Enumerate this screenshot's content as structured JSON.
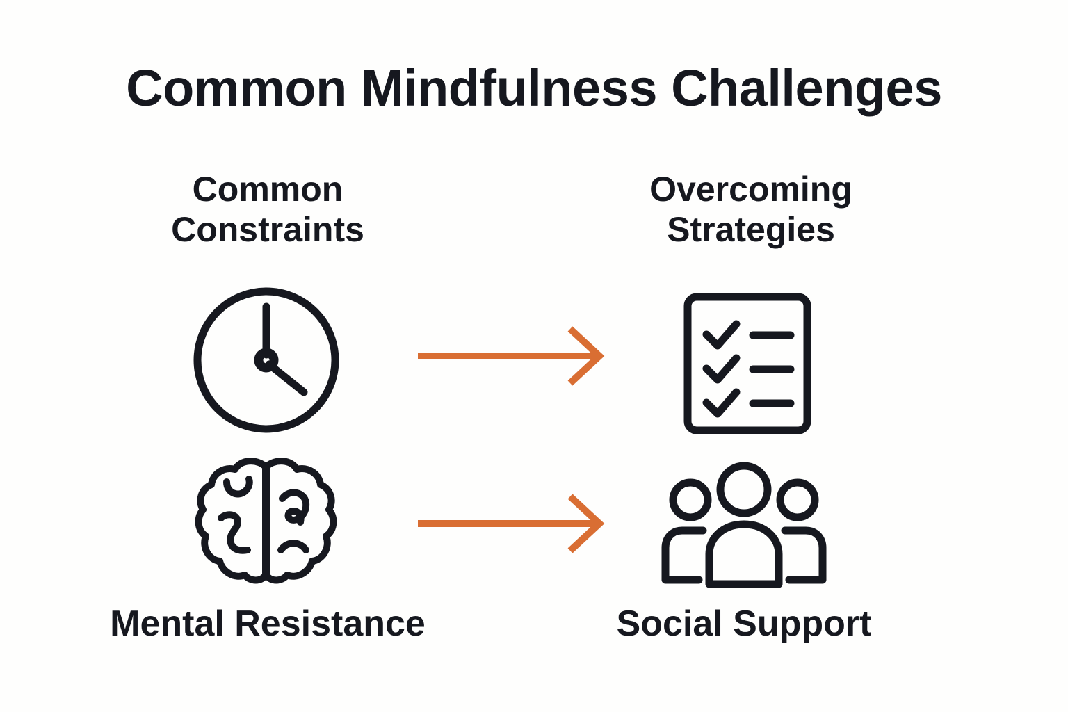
{
  "page": {
    "title": "Common Mindfulness Challenges",
    "background_color": "#fefefd",
    "text_color": "#16181f",
    "accent_color": "#d96e33"
  },
  "columns": {
    "left": {
      "header_line1": "Common",
      "header_line2": "Constraints",
      "bottom_label": "Mental Resistance",
      "icons": [
        {
          "name": "clock-icon",
          "meaning": "Time constraints"
        },
        {
          "name": "brain-icon",
          "meaning": "Mental resistance"
        }
      ]
    },
    "right": {
      "header_line1": "Overcoming",
      "header_line2": "Strategies",
      "bottom_label": "Social Support",
      "icons": [
        {
          "name": "checklist-icon",
          "meaning": "Structured plan / checklist"
        },
        {
          "name": "group-icon",
          "meaning": "Social support group"
        }
      ]
    }
  },
  "connectors": [
    {
      "name": "arrow-row-1",
      "from": "clock-icon",
      "to": "checklist-icon",
      "direction": "right",
      "color": "#d96e33"
    },
    {
      "name": "arrow-row-2",
      "from": "brain-icon",
      "to": "group-icon",
      "direction": "right",
      "color": "#d96e33"
    }
  ],
  "chart_data": {
    "type": "diagram",
    "title": "Common Mindfulness Challenges",
    "layout": "two-column mapping with right-pointing arrows",
    "mappings": [
      {
        "constraint": "Time",
        "constraint_icon": "clock-icon",
        "strategy": "Checklist",
        "strategy_icon": "checklist-icon"
      },
      {
        "constraint": "Mental Resistance",
        "constraint_icon": "brain-icon",
        "strategy": "Social Support",
        "strategy_icon": "group-icon"
      }
    ]
  }
}
